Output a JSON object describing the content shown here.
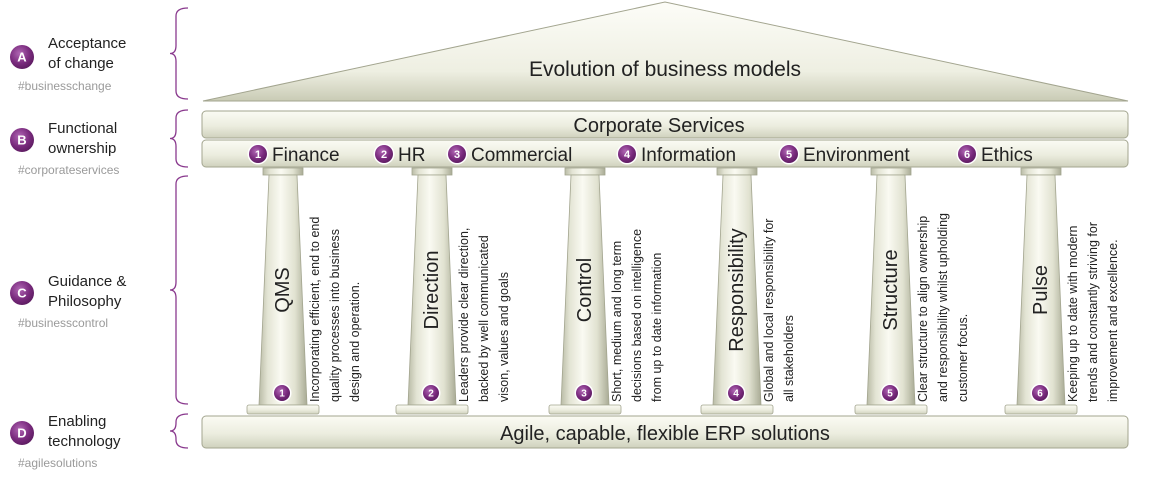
{
  "colors": {
    "stone_light": "#f4f4ea",
    "stone_dark": "#b9bba6",
    "stone_edge": "#8e917b",
    "badge_purple": "#7a2b7e",
    "badge_purple_light": "#b067b4",
    "bracket": "#8a3a8e",
    "tag_gray": "#9a9a9a",
    "text": "#222222"
  },
  "roof": {
    "title": "Evolution of business models"
  },
  "corporate_bar": {
    "title": "Corporate Services"
  },
  "functions": [
    {
      "num": "1",
      "label": "Finance"
    },
    {
      "num": "2",
      "label": "HR"
    },
    {
      "num": "3",
      "label": "Commercial"
    },
    {
      "num": "4",
      "label": "Information"
    },
    {
      "num": "5",
      "label": "Environment"
    },
    {
      "num": "6",
      "label": "Ethics"
    }
  ],
  "foundation": {
    "title": "Agile, capable, flexible ERP solutions"
  },
  "pillars": [
    {
      "num": "1",
      "label": "QMS",
      "desc": [
        "Incorporating efficient, end to end",
        "quality processes into business",
        "design and operation."
      ]
    },
    {
      "num": "2",
      "label": "Direction",
      "desc": [
        "Leaders provide clear direction,",
        "backed by well communicated",
        "vison, values and goals"
      ]
    },
    {
      "num": "3",
      "label": "Control",
      "desc": [
        "Short, medium and long term",
        "decisions based on intelligence",
        "from up to date information"
      ]
    },
    {
      "num": "4",
      "label": "Responsibility",
      "desc": [
        "Global and local responsibility for",
        "all stakeholders"
      ]
    },
    {
      "num": "5",
      "label": "Structure",
      "desc": [
        "Clear structure to align ownership",
        "and responsibility whilst upholding",
        "customer focus."
      ]
    },
    {
      "num": "6",
      "label": "Pulse",
      "desc": [
        "Keeping up to date with modern",
        "trends and constantly striving for",
        "improvement and excellence."
      ]
    }
  ],
  "layers": [
    {
      "letter": "A",
      "lines": [
        "Acceptance",
        "of change"
      ],
      "tag": "#businesschange"
    },
    {
      "letter": "B",
      "lines": [
        "Functional",
        "ownership"
      ],
      "tag": "#corporateservices"
    },
    {
      "letter": "C",
      "lines": [
        "Guidance &",
        "Philosophy"
      ],
      "tag": "#businesscontrol"
    },
    {
      "letter": "D",
      "lines": [
        "Enabling",
        "technology"
      ],
      "tag": "#agilesolutions"
    }
  ]
}
